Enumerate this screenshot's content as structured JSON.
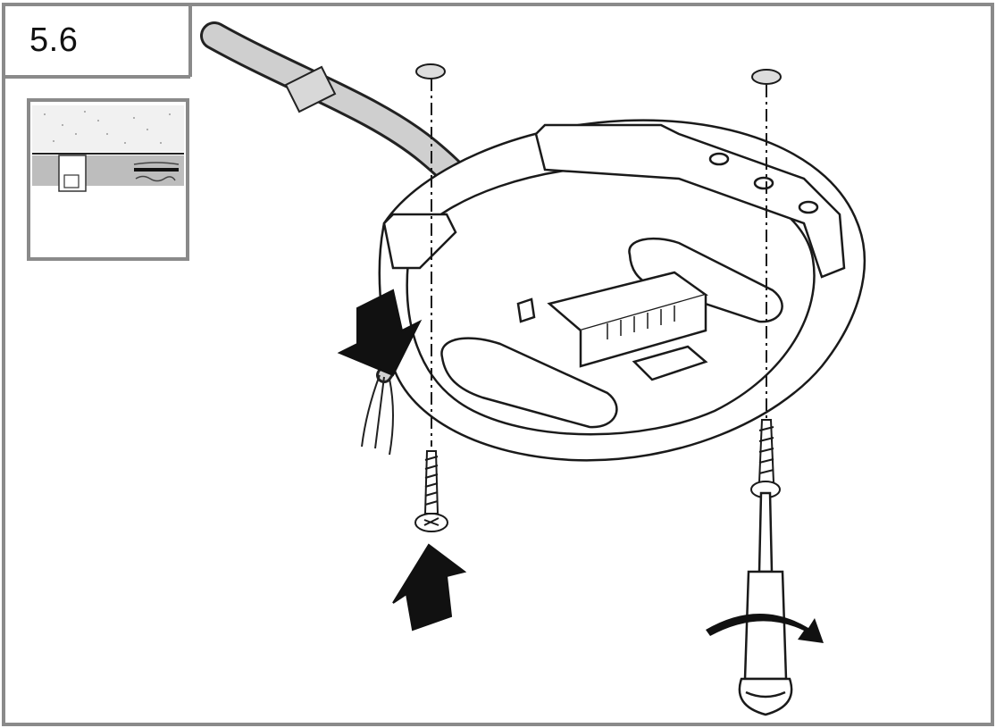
{
  "step": {
    "label": "5.6"
  },
  "colors": {
    "frame": "#8a8a8a",
    "line": "#1a1a1a",
    "fill": "#ffffff",
    "shade": "#bdbdbd"
  },
  "icons": [
    "cable",
    "mounting-base",
    "screw",
    "screwdriver",
    "push-arrow",
    "rotate-arrow",
    "detail-inset"
  ]
}
